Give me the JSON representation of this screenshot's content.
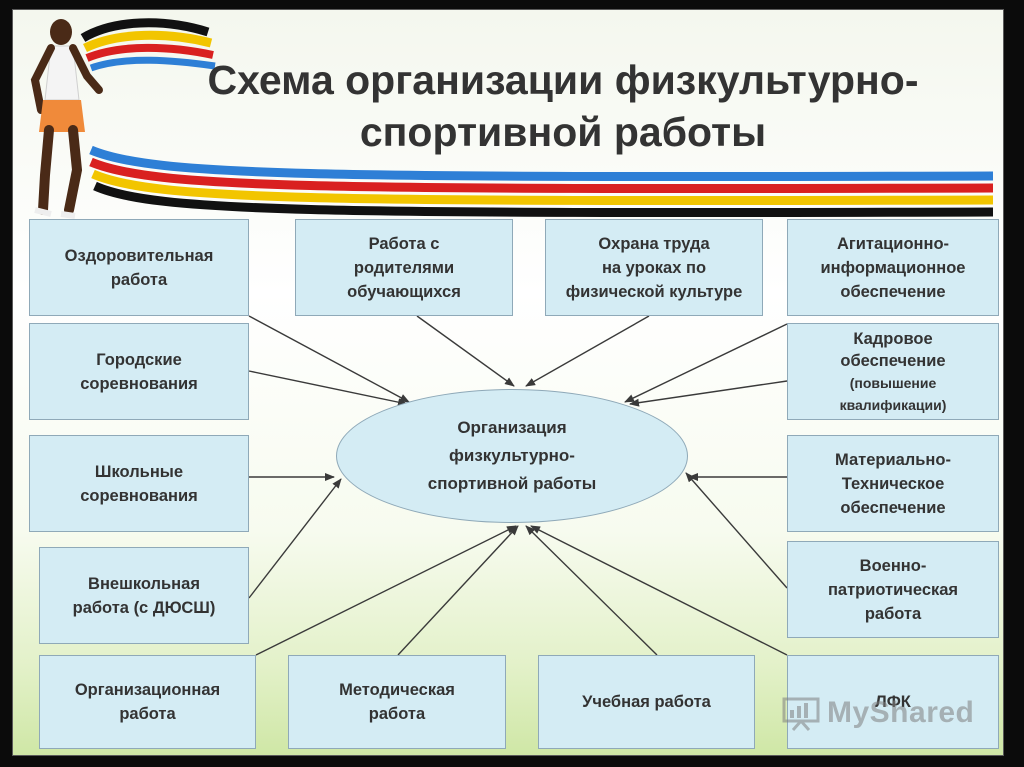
{
  "title": "Схема организации физкультурно-\nспортивной работы",
  "center": "Организация\nфизкультурно-\nспортивной работы",
  "boxes": {
    "health": "Оздоровительная\nработа",
    "parents": "Работа с\nродителями\nобучающихся",
    "labor_safety": "Охрана труда\nна уроках по\nфизической культуре",
    "agitation": "Агитационно-\nинформационное\nобеспечение",
    "city_competitions": "Городские\nсоревнования",
    "staffing_line1": "Кадровое\nобеспечение",
    "staffing_line2": "(повышение",
    "staffing_line3": "квалификации)",
    "school_competitions": "Школьные\nсоревнования",
    "material": "Материально-\nТехническое\nобеспечение",
    "extracurricular": "Внешкольная\nработа (с ДЮСШ)",
    "military": "Военно-\nпатриотическая\nработа",
    "organizational": "Организационная\nработа",
    "methodical": "Методическая\nработа",
    "academic": "Учебная работа",
    "lfk": "ЛФК"
  },
  "watermark": "MyShared",
  "colors": {
    "box_fill": "#d4ecf4",
    "box_border": "#8fa9b8",
    "text": "#333333",
    "arrow": "#3a3a3a",
    "stripes": [
      "#111111",
      "#f2c500",
      "#d92020",
      "#2e7fd6"
    ]
  },
  "icons": [
    "runner-figure",
    "olympic-stripes",
    "presentation-icon"
  ]
}
